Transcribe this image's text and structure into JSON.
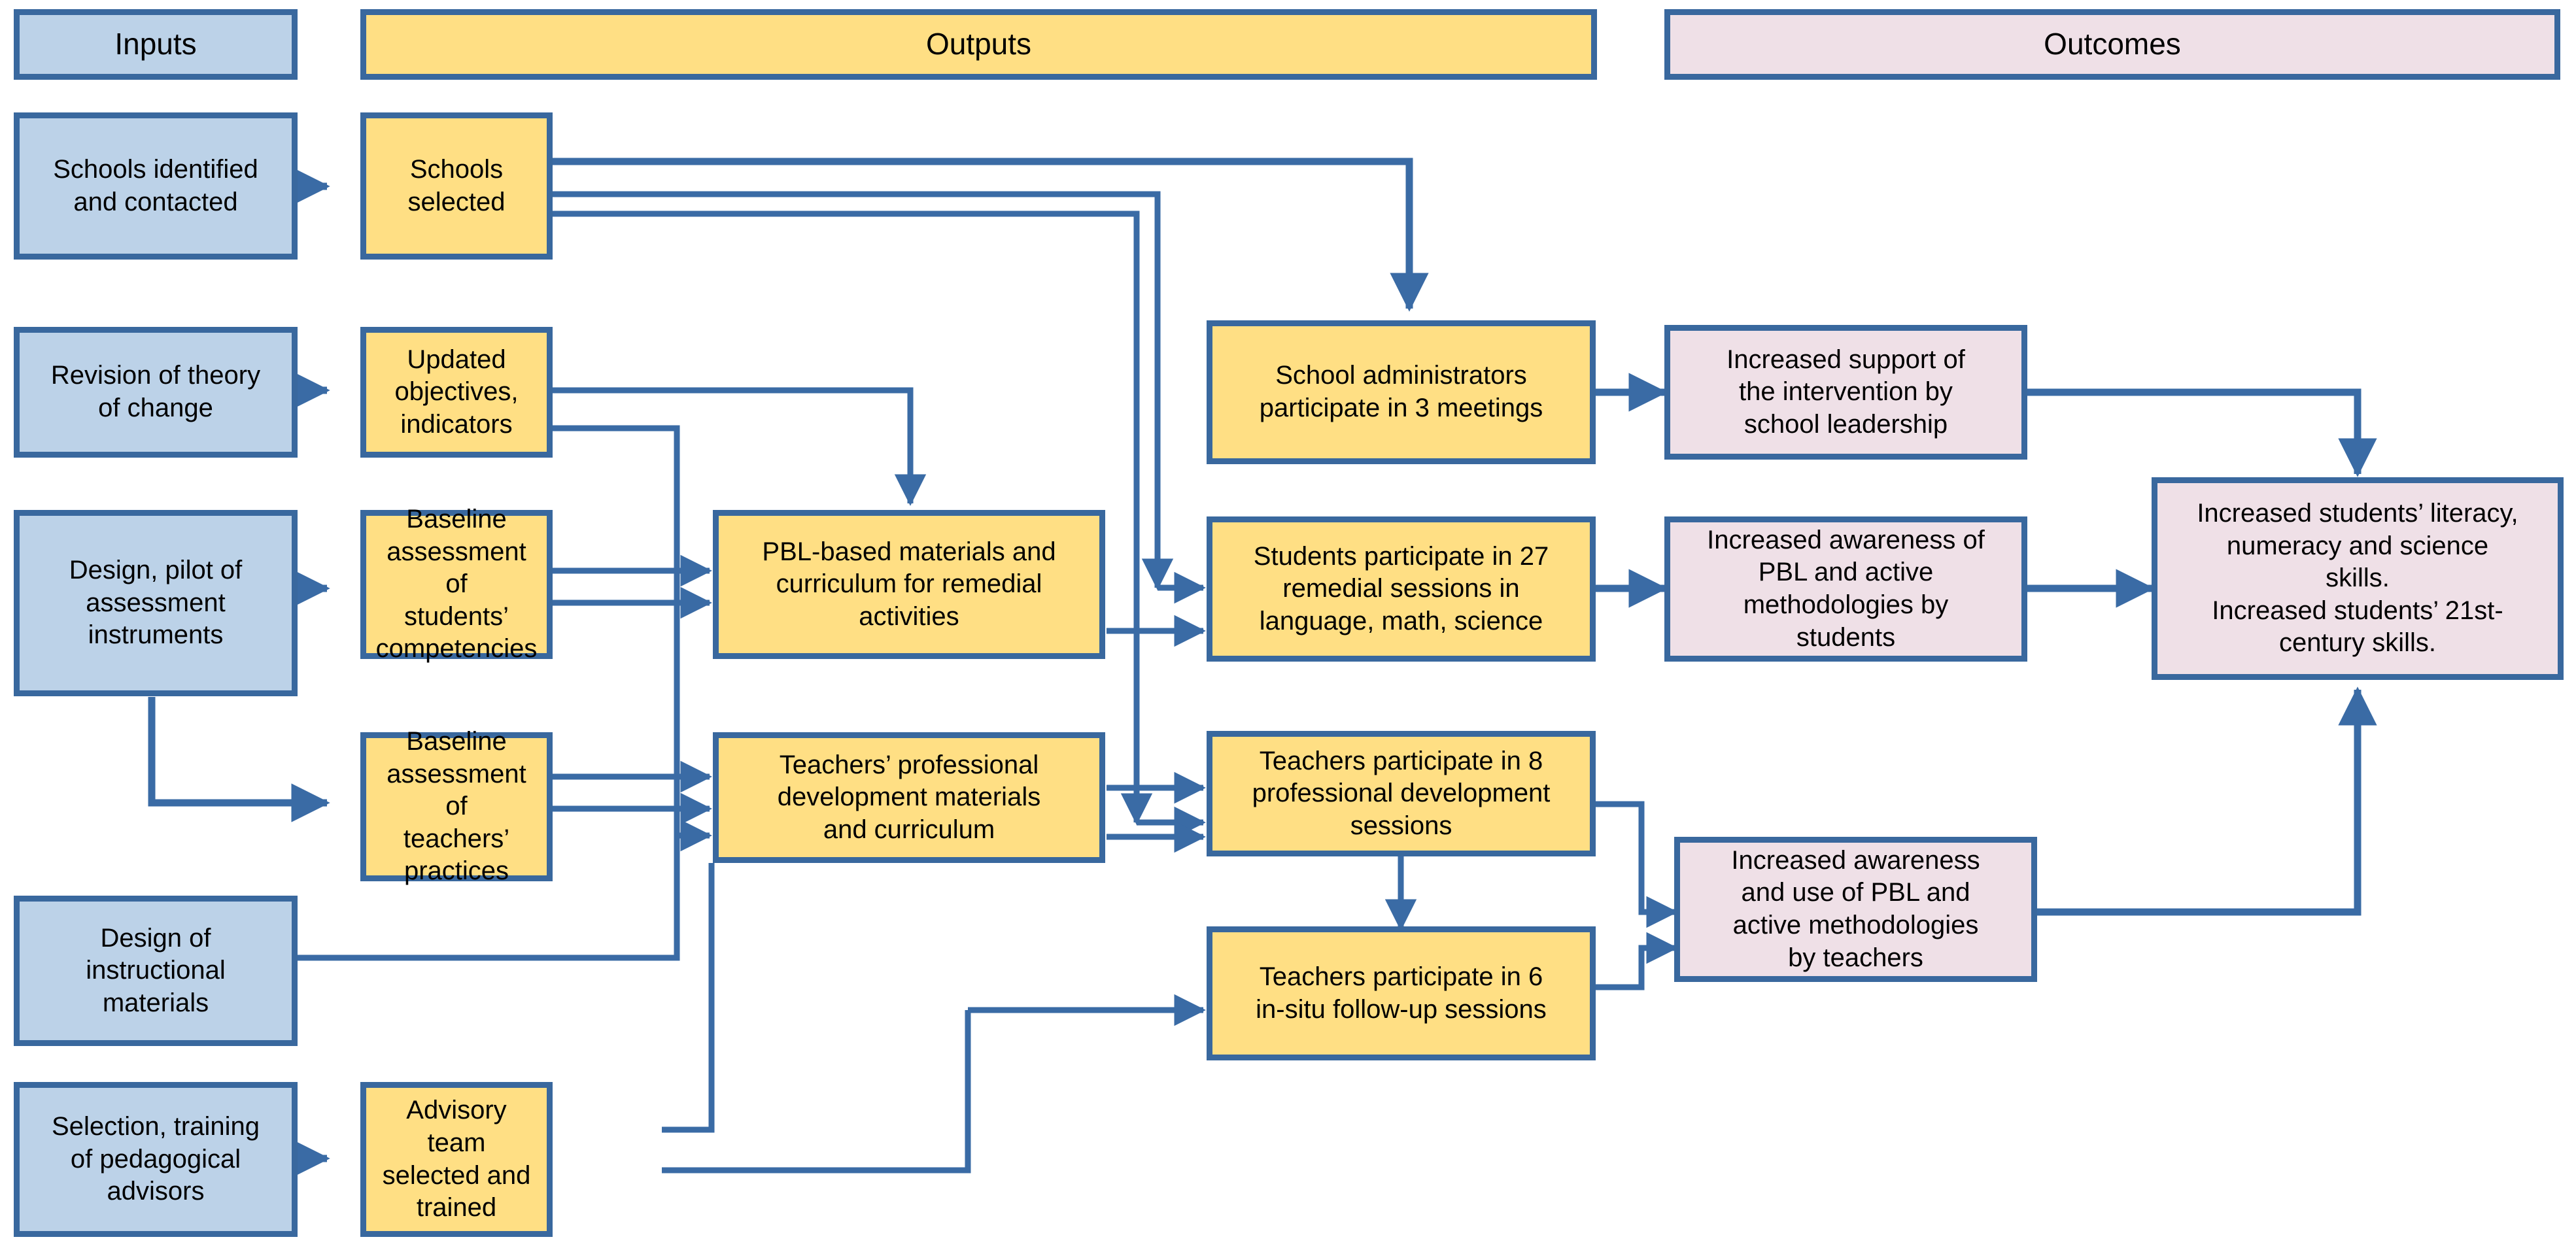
{
  "diagram": {
    "title": "Theory of change logic model",
    "colors": {
      "border": "#39689E",
      "inputs_fill": "#BCD2E8",
      "outputs_fill": "#FFDF84",
      "outcomes_fill": "#EFE0E7",
      "connector": "#3A6BA5",
      "background": "#FFFFFF"
    }
  },
  "headers": {
    "inputs": "Inputs",
    "outputs": "Outputs",
    "outcomes": "Outcomes"
  },
  "inputs": [
    {
      "id": "schools-identified",
      "label": "Schools identified\nand contacted"
    },
    {
      "id": "revision-theory-of-change",
      "label": "Revision of theory\nof change"
    },
    {
      "id": "design-pilot-assessment",
      "label": "Design, pilot of\nassessment\ninstruments"
    },
    {
      "id": "design-instructional-materials",
      "label": "Design of\ninstructional\nmaterials"
    },
    {
      "id": "selection-training-advisors",
      "label": "Selection, training\nof pedagogical\nadvisors"
    }
  ],
  "outputs": [
    {
      "id": "schools-selected",
      "label": "Schools selected"
    },
    {
      "id": "updated-objectives",
      "label": "Updated\nobjectives,\nindicators"
    },
    {
      "id": "baseline-students",
      "label": "Baseline\nassessment of\nstudents’\ncompetencies"
    },
    {
      "id": "baseline-teachers",
      "label": "Baseline\nassessment of\nteachers’\npractices"
    },
    {
      "id": "advisory-team",
      "label": "Advisory team\nselected and\ntrained"
    },
    {
      "id": "pbl-materials",
      "label": "PBL-based materials and\ncurriculum for remedial\nactivities"
    },
    {
      "id": "teacher-pd-materials",
      "label": "Teachers’ professional\ndevelopment materials\nand curriculum"
    },
    {
      "id": "school-admin-meetings",
      "label": "School administrators\nparticipate in 3 meetings"
    },
    {
      "id": "students-remedial-sessions",
      "label": "Students participate in 27\nremedial sessions in\nlanguage, math, science"
    },
    {
      "id": "teachers-pd-sessions",
      "label": "Teachers participate in 8\nprofessional development\nsessions"
    },
    {
      "id": "teachers-insitu-sessions",
      "label": "Teachers participate in 6\nin-situ follow-up sessions"
    }
  ],
  "outcomes": [
    {
      "id": "support-school-leadership",
      "label": "Increased support of\nthe intervention by\nschool leadership"
    },
    {
      "id": "awareness-students",
      "label": "Increased awareness of\nPBL and active\nmethodologies by\nstudents"
    },
    {
      "id": "awareness-teachers",
      "label": "Increased awareness\nand use of PBL and\nactive methodologies\nby teachers"
    },
    {
      "id": "student-skills",
      "label": "Increased students’ literacy,\nnumeracy and science\nskills.\nIncreased students’ 21st-\ncentury skills."
    }
  ],
  "chart_data": {
    "type": "diagram",
    "columns": [
      "Inputs",
      "Outputs",
      "Outcomes"
    ],
    "edges": [
      {
        "from": "schools-identified",
        "to": "schools-selected"
      },
      {
        "from": "schools-selected",
        "to": "school-admin-meetings"
      },
      {
        "from": "schools-selected",
        "to": "students-remedial-sessions"
      },
      {
        "from": "schools-selected",
        "to": "teachers-pd-sessions"
      },
      {
        "from": "revision-theory-of-change",
        "to": "updated-objectives"
      },
      {
        "from": "updated-objectives",
        "to": "pbl-materials"
      },
      {
        "from": "updated-objectives",
        "to": "teacher-pd-materials"
      },
      {
        "from": "design-pilot-assessment",
        "to": "baseline-students"
      },
      {
        "from": "design-pilot-assessment",
        "to": "baseline-teachers"
      },
      {
        "from": "baseline-students",
        "to": "pbl-materials"
      },
      {
        "from": "baseline-students",
        "to": "teacher-pd-materials"
      },
      {
        "from": "baseline-teachers",
        "to": "pbl-materials"
      },
      {
        "from": "baseline-teachers",
        "to": "teacher-pd-materials"
      },
      {
        "from": "design-instructional-materials",
        "to": "teacher-pd-materials"
      },
      {
        "from": "selection-training-advisors",
        "to": "advisory-team"
      },
      {
        "from": "advisory-team",
        "to": "teacher-pd-materials"
      },
      {
        "from": "advisory-team",
        "to": "teachers-insitu-sessions"
      },
      {
        "from": "pbl-materials",
        "to": "students-remedial-sessions"
      },
      {
        "from": "teacher-pd-materials",
        "to": "teachers-pd-sessions"
      },
      {
        "from": "school-admin-meetings",
        "to": "support-school-leadership"
      },
      {
        "from": "students-remedial-sessions",
        "to": "awareness-students"
      },
      {
        "from": "teachers-pd-sessions",
        "to": "teachers-insitu-sessions"
      },
      {
        "from": "teachers-pd-sessions",
        "to": "awareness-teachers"
      },
      {
        "from": "teachers-insitu-sessions",
        "to": "awareness-teachers"
      },
      {
        "from": "support-school-leadership",
        "to": "student-skills"
      },
      {
        "from": "awareness-students",
        "to": "student-skills"
      },
      {
        "from": "awareness-teachers",
        "to": "student-skills"
      }
    ]
  }
}
